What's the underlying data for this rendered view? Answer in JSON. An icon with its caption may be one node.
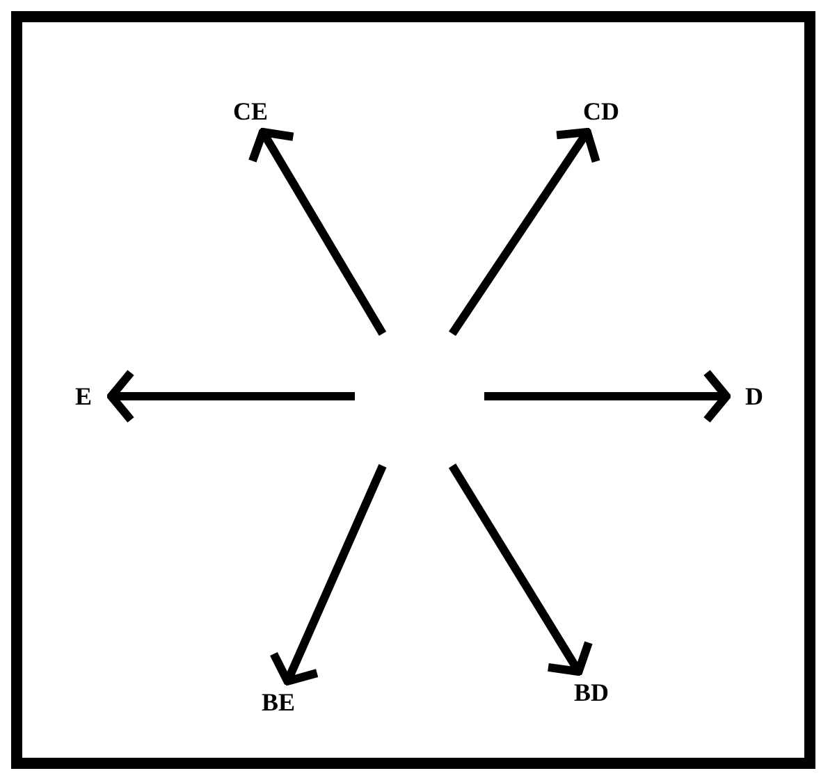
{
  "diagram": {
    "nodes": [
      {
        "text": [
          "CE"
        ]
      },
      {
        "text": [
          "CD"
        ]
      },
      {
        "text": [
          "E"
        ]
      },
      {
        "text": [
          "D"
        ]
      },
      {
        "text": [
          "BE"
        ]
      },
      {
        "text": [
          "BD"
        ]
      }
    ],
    "edges": [
      {
        "from": null,
        "to": 0,
        "arrow": "to"
      },
      {
        "from": null,
        "to": 1,
        "arrow": "to"
      },
      {
        "from": null,
        "to": 2,
        "arrow": "to"
      },
      {
        "from": null,
        "to": 3,
        "arrow": "to"
      },
      {
        "from": null,
        "to": 4,
        "arrow": "to"
      },
      {
        "from": null,
        "to": 5,
        "arrow": "to"
      }
    ]
  }
}
